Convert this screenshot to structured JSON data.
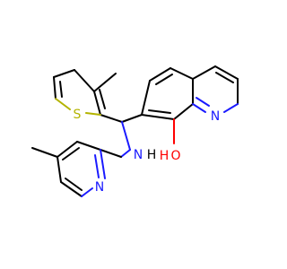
{
  "molecule": {
    "atoms": {
      "thiophene_sulfur": "S",
      "quinoline_nitrogen": "N",
      "amine_nitrogen": "N",
      "amine_hydrogen": "H",
      "pyridine_nitrogen": "N",
      "hydroxyl_oxygen": "O",
      "hydroxyl_hydrogen": "H"
    },
    "colors": {
      "bond": "#000000",
      "nitrogen": "#1a1aff",
      "oxygen": "#ff0000",
      "sulfur": "#b3b300",
      "background": "#ffffff"
    }
  }
}
